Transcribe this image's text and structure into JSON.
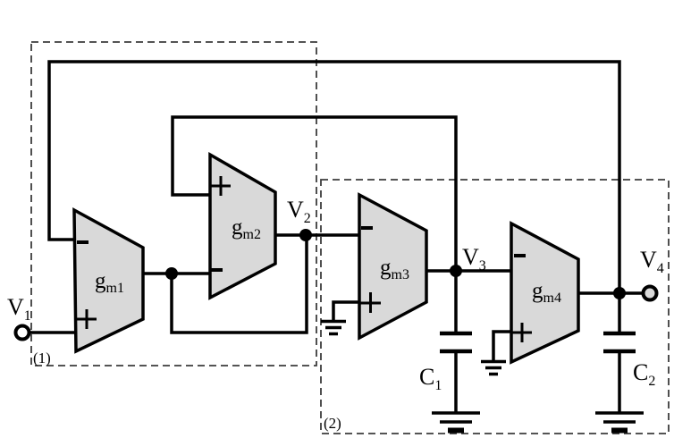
{
  "figure": {
    "kind": "circuit-schematic",
    "description": "Two-stage transconductance-C (gm-C) filter schematic with four trapezoidal OTA symbols, two grounded capacitors, two dashed stage-boundary boxes and feedback wiring",
    "colors": {
      "wire": "#000000",
      "amp_fill": "#d9d9d9",
      "amp_stroke": "#000000",
      "background": "#ffffff",
      "dashed_box": "#3c3c3c",
      "terminal_v1_fill": "#ffffff",
      "terminal_v4_fill": "#d9d9d9"
    },
    "blocks": [
      {
        "id": "block1",
        "label": "(1)"
      },
      {
        "id": "block2",
        "label": "(2)"
      }
    ],
    "amplifiers": [
      {
        "id": "gm1",
        "label": {
          "base": "g",
          "sub": "m1"
        },
        "input_top": "−",
        "input_bottom": "+"
      },
      {
        "id": "gm2",
        "label": {
          "base": "g",
          "sub": "m2"
        },
        "input_top": "+",
        "input_bottom": "−"
      },
      {
        "id": "gm3",
        "label": {
          "base": "g",
          "sub": "m3"
        },
        "input_top": "−",
        "input_bottom": "+"
      },
      {
        "id": "gm4",
        "label": {
          "base": "g",
          "sub": "m4"
        },
        "input_top": "−",
        "input_bottom": "+"
      }
    ],
    "ports": [
      {
        "id": "V1",
        "label": {
          "base": "V",
          "sub": "1"
        }
      },
      {
        "id": "V2",
        "label": {
          "base": "V",
          "sub": "2"
        }
      },
      {
        "id": "V3",
        "label": {
          "base": "V",
          "sub": "3"
        }
      },
      {
        "id": "V4",
        "label": {
          "base": "V",
          "sub": "4"
        }
      }
    ],
    "capacitors": [
      {
        "id": "C1",
        "label": {
          "base": "C",
          "sub": "1"
        }
      },
      {
        "id": "C2",
        "label": {
          "base": "C",
          "sub": "2"
        }
      }
    ],
    "grounds_count": 4,
    "topology": [
      "V1 terminal connects to + input of gm1",
      "V4 feeds back along the top outer wire to the − input of gm1",
      "gm1 output connects to − input of gm2",
      "gm2 output node V2 loops back to the gm1-output/gm2-− node (diode-connected gm2)",
      "V3 feeds back along the upper inner wire to the + input of gm2",
      "V2 connects to − input of gm3",
      "+ input of gm3 is grounded",
      "gm3 output node V3 connects to − input of gm4 and to capacitor C1 to ground",
      "+ input of gm4 is grounded",
      "gm4 output node V4 goes to the V4 terminal and to capacitor C2 to ground"
    ]
  }
}
